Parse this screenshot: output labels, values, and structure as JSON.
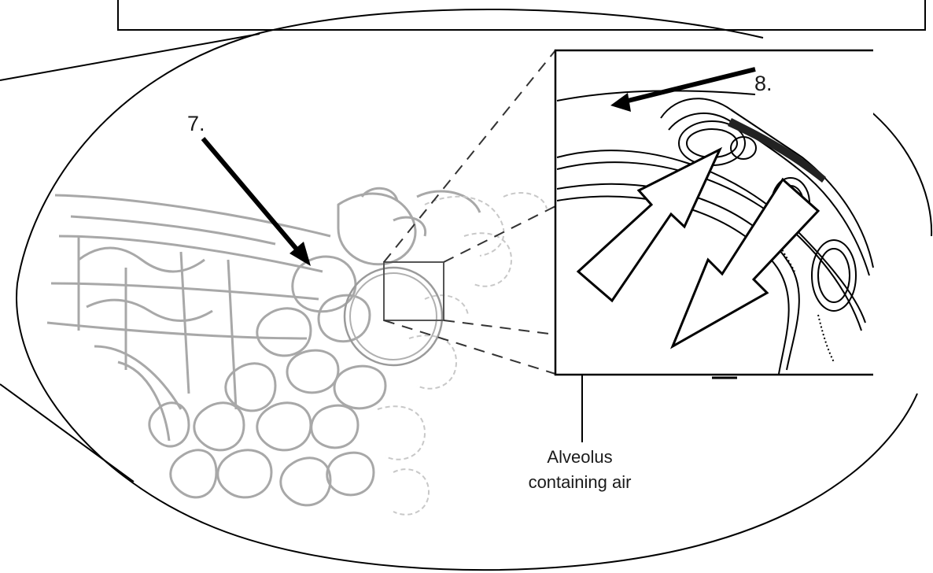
{
  "labels": {
    "label_7": "7.",
    "label_8": "8.",
    "alveolus_line1": "Alveolus",
    "alveolus_line2": "containing air"
  },
  "colors": {
    "ink": "#000000",
    "faded_ink": "#a8a8a8",
    "background": "#ffffff"
  }
}
